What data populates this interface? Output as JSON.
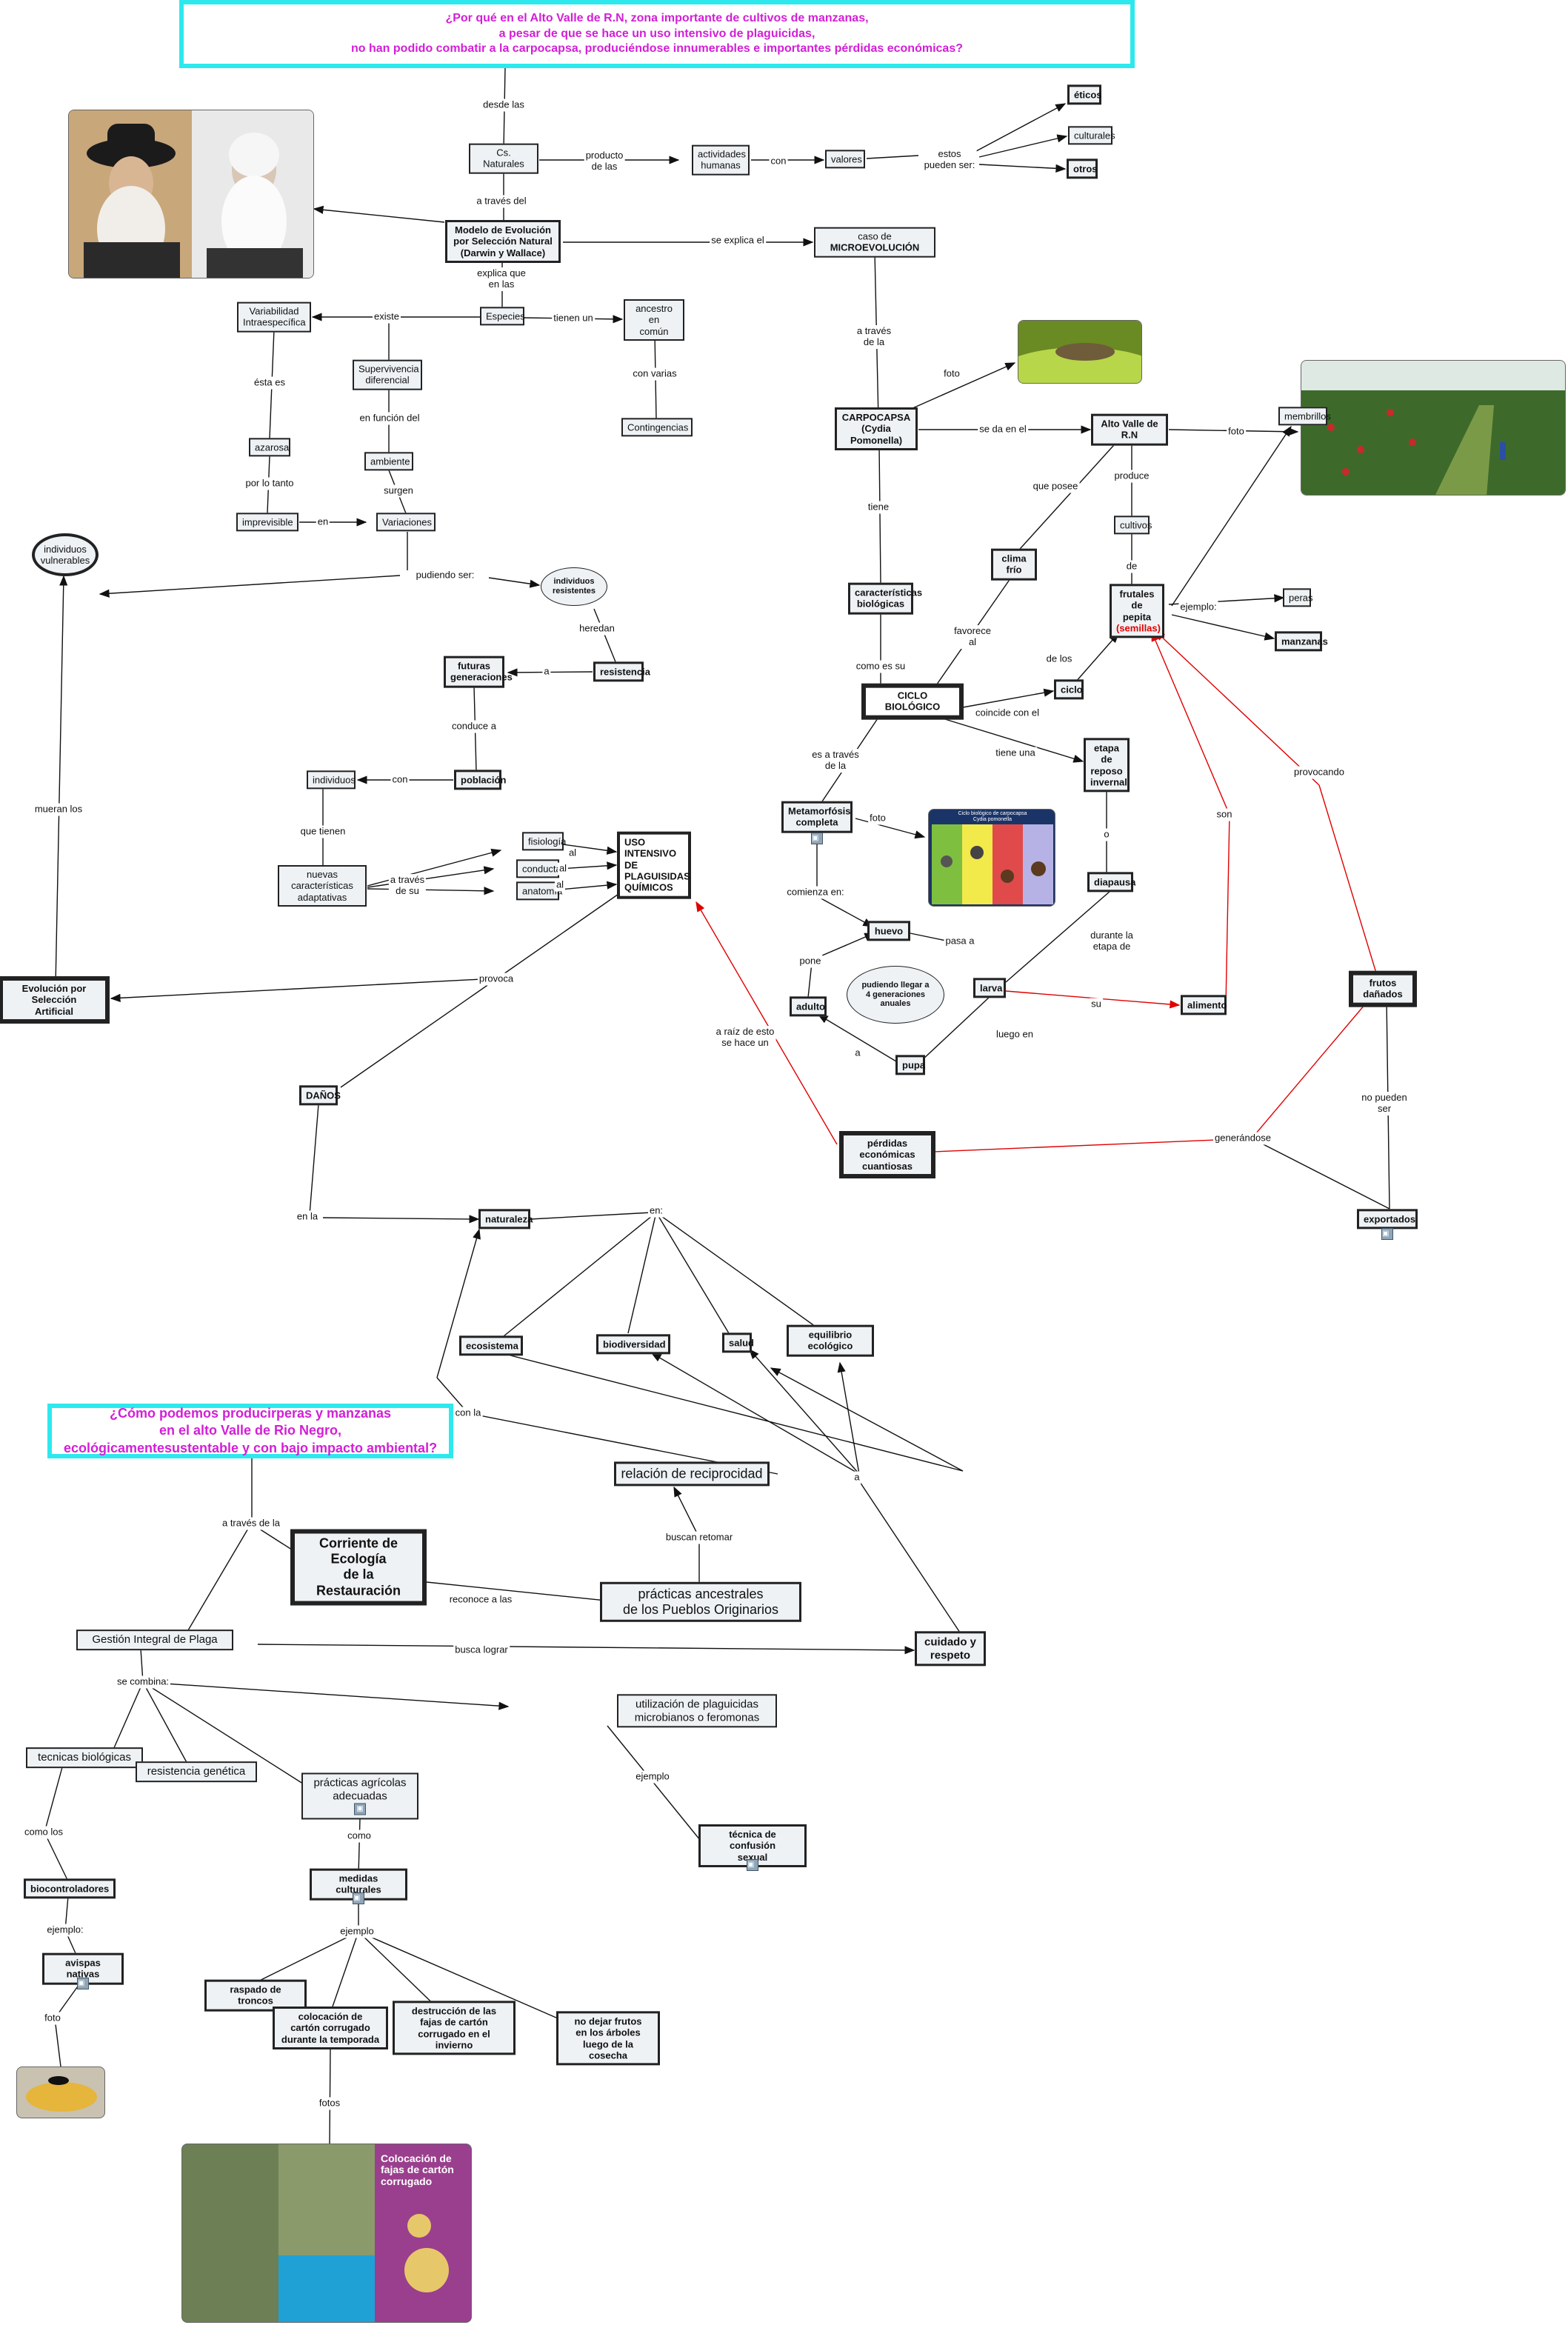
{
  "questions": {
    "q1": "¿Por qué en el Alto Valle de R.N, zona importante de cultivos  de manzanas,\na pesar de que se hace un uso intensivo de plaguicidas,\nno han podido combatir a la carpocapsa, produciéndose innumerables e importantes pérdidas económicas?",
    "q2": "¿Cómo podemos producirperas y manzanas\nen el alto Valle de Rio Negro,\necológicamentesustentable y con bajo  impacto ambiental?"
  },
  "nodes": {
    "cs_naturales": "Cs. Naturales",
    "actividades": "actividades\nhumanas",
    "valores": "valores",
    "eticos": "éticos",
    "culturales": "culturales",
    "otros": "otros",
    "modelo": "Modelo de Evolución\npor Selección Natural",
    "modelo_sub": "(Darwin y Wallace)",
    "microevolucion_pre": "caso de ",
    "microevolucion": "MICROEVOLUCIÓN",
    "especies": "Especies",
    "variabilidad": "Variabilidad\nIntraespecífica",
    "ancestro": "ancestro en\ncomún",
    "contingencias": "Contingencias",
    "supervivencia": "Supervivencia\ndiferencial",
    "ambiente": "ambiente",
    "azarosa": "azarosa",
    "imprevisible": "imprevisible",
    "variaciones": "Variaciones",
    "ind_vulnerables": "individuos\nvulnerables",
    "ind_resistentes": "individuos\nresistentes",
    "resistencia": "resistencia",
    "futuras": "futuras\ngeneraciones",
    "poblacion": "población",
    "individuos": "individuos",
    "nuevas_car": "nuevas características\nadaptativas",
    "fisiologia": "fisiología",
    "conducta": "conducta",
    "anatomia": "anatomía",
    "uso": "USO\nINTENSIVO\nDE\nPLAGUISIDAS\nQUÍMICOS",
    "evolucion_artificial": "Evolución por Selección\nArtificial",
    "danos": "DAÑOS",
    "naturaleza": "naturaleza",
    "ecosistema": "ecosistema",
    "biodiversidad": "biodiversidad",
    "salud": "salud",
    "equilibrio": "equilibrio ecológico",
    "carpocapsa": "CARPOCAPSA\n(Cydia Pomonella)",
    "alto_valle": "Alto Valle de R.N",
    "cultivos": "cultivos",
    "clima": "clima frío",
    "frutales": "frutales de\npepita",
    "semillas": "(semillas)",
    "membrillos": "membrillos",
    "peras": "peras",
    "manzanas": "manzanas",
    "caracteristicas": "características\nbiológicas",
    "ciclo_bio": "CICLO BIOLÓGICO",
    "ciclo": "ciclo",
    "etapa": "etapa de\nreposo\ninvernal",
    "diapausa": "diapausa",
    "metamorfosis": "Metamorfósis\ncompleta",
    "huevo": "huevo",
    "larva": "larva",
    "pupa": "pupa",
    "adulto": "adulto",
    "generaciones": "pudiendo llegar a\n4 generaciones\nanuales",
    "alimento": "alimento",
    "frutos_danados": "frutos dañados",
    "exportados": "exportados",
    "perdidas": "pérdidas económicas\ncuantiosas",
    "reciprocidad": "relación de reciprocidad",
    "corriente": "Corriente de Ecología\nde la Restauración",
    "practicas_ancestrales": "prácticas ancestrales\nde los Pueblos Originarios",
    "cuidado": "cuidado y\nrespeto",
    "gestion": "Gestión Integral de Plaga",
    "utilizacion": "utilización de plaguicidas\nmicrobianos o feromonas",
    "tecnicas": "tecnicas biológicas",
    "resistencia_gen": "resistencia genética",
    "practicas_agricolas": "prácticas agrícolas\nadecuadas",
    "confusion": "técnica de confusión\nsexual",
    "medidas": "medidas culturales",
    "biocontroladores": "biocontroladores",
    "avispas": "avispas nativas",
    "raspado": "raspado de troncos",
    "colocacion": "colocación de\ncartón corrugado\ndurante la temporada",
    "destruccion": "destrucción de las\nfajas de cartón\ncorrugado en el invierno",
    "no_dejar": "no dejar frutos\nen los árboles\nluego de la cosecha"
  },
  "links": {
    "desde_las": "desde las",
    "producto": "producto\nde las",
    "con1": "con",
    "estos": "estos\npueden ser:",
    "a_traves_del": "a través del",
    "se_explica": "se explica el",
    "explica_que": "explica que\nen las",
    "existe": "existe",
    "tienen_un": "tienen un",
    "con_varias": "con varias",
    "esta_es": "ésta es",
    "en_funcion": "en función del",
    "por_lo_tanto": "por lo tanto",
    "surgen": "surgen",
    "en": "en",
    "pudiendo": "pudiendo ser:",
    "heredan": "heredan",
    "a1": "a",
    "conduce": "conduce a",
    "con2": "con",
    "que_tienen": "que tienen",
    "a_traves_su": "a través\nde su",
    "al1": "al",
    "al2": "al",
    "al3": "al",
    "mueran": "mueran los",
    "provoca": "provoca",
    "en_la": "en la",
    "en_colon": "en:",
    "a_traves_la": "a través\nde la",
    "foto1": "foto",
    "se_da": "se da en el",
    "foto2": "foto",
    "que_posee": "que posee",
    "produce": "produce",
    "de1": "de",
    "ejemplo1": "ejemplo:",
    "tiene": "tiene",
    "favorece": "favorece\nal",
    "de_los": "de los",
    "como_es": "como es su",
    "coincide": "coincide con el",
    "provocando": "provocando",
    "son": "son",
    "es_a_traves": "es a través\nde la",
    "tiene_una": "tiene una",
    "foto3": "foto",
    "o": "o",
    "comienza": "comienza en:",
    "pasa_a": "pasa a",
    "durante": "durante la\netapa de",
    "pone": "pone",
    "su": "su",
    "a2": "a",
    "luego": "luego en",
    "raiz": "a raíz de esto\nse hace un",
    "generandose": "generándose",
    "no_pueden": "no pueden\nser",
    "con_la": "con la",
    "a3": "a",
    "buscan": "buscan retomar",
    "a_traves_la2": "a través de la",
    "reconoce": "reconoce a las",
    "busca": "busca lograr",
    "se_combina": "se combina:",
    "ejemplo2": "ejemplo",
    "como": "como",
    "como_los": "como los",
    "ejemplo3": "ejemplo:",
    "ejemplo4": "ejemplo",
    "foto4": "foto",
    "fotos": "fotos"
  },
  "poster": {
    "title": "Colocación de\nfajas de cartón\ncorrugado",
    "lifecycle_title": "Ciclo biológico de carpocapsa\nCydia pomonella"
  },
  "colors": {
    "frame": "#2de9ee",
    "question": "#d21fd6",
    "red_link": "#e00000",
    "node_fill": "#eef2f5"
  }
}
